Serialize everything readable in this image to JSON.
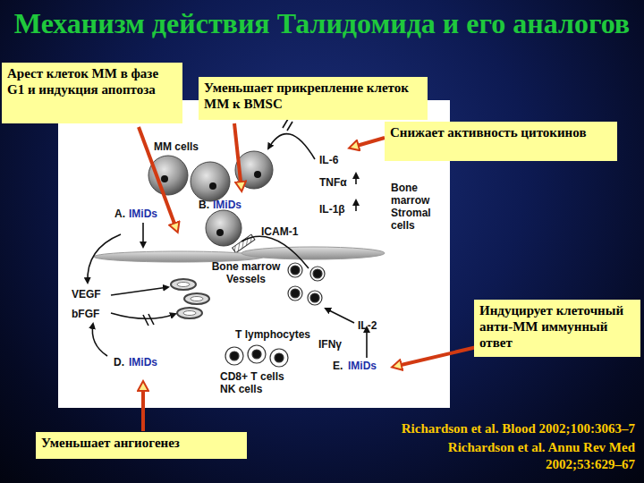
{
  "diagram": {
    "title": "Механизм действия Талидомида и его аналогов",
    "nodes": [
      {
        "text": [
          "Арест клеток ММ в фазе G1 и индукция апоптоза"
        ]
      },
      {
        "text": [
          "Уменьшает прикрепление клеток ММ к BMSC"
        ]
      },
      {
        "text": [
          "Снижает активность цитокинов"
        ]
      },
      {
        "text": [
          "Индуцирует клеточный анти-ММ иммунный ответ"
        ]
      },
      {
        "text": [
          "Уменьшает ангиогенез"
        ]
      }
    ],
    "labels": [
      "MM cells",
      "A.",
      "IMiDs",
      "B.",
      "IMiDs",
      "ICAM-1",
      "IL-6",
      "TNFα",
      "IL-1β",
      "Bone marrow Stromal cells",
      "VEGF",
      "bFGF",
      "Bone marrow Vessels",
      "IL-2",
      "T lymphocytes",
      "IFNγ",
      "D.",
      "IMiDs",
      "CD8+ T cells NK cells",
      "E.",
      "IMiDs",
      "Richardson et al. Blood 2002;100:3063–7",
      "Richardson et al. Annu Rev Med 2002;53:629–67"
    ]
  }
}
